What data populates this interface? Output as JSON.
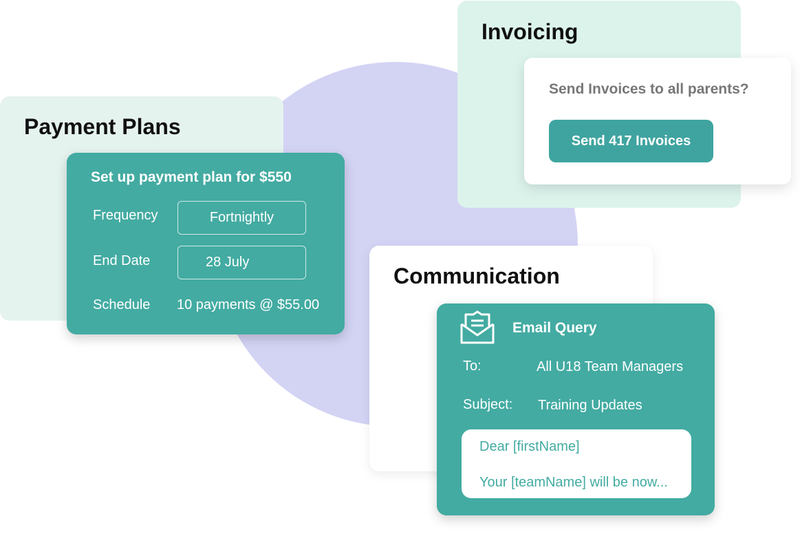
{
  "payment_plans": {
    "title": "Payment Plans",
    "card_title": "Set up payment plan for $550",
    "frequency_label": "Frequency",
    "frequency_value": "Fortnightly",
    "end_date_label": "End Date",
    "end_date_value": "28 July",
    "schedule_label": "Schedule",
    "schedule_value": "10 payments @ $55.00"
  },
  "invoicing": {
    "title": "Invoicing",
    "prompt": "Send Invoices to all parents?",
    "button": "Send 417 Invoices"
  },
  "communication": {
    "title": "Communication",
    "card_title": "Email Query",
    "to_label": "To:",
    "to_value": "All U18 Team Managers",
    "subject_label": "Subject:",
    "subject_value": "Training Updates",
    "body_line1": "Dear [firstName]",
    "body_line2": "Your [teamName] will be now..."
  },
  "colors": {
    "teal": "#43aba2",
    "purple": "#d3d3f4",
    "mint": "#dcf3ec"
  }
}
